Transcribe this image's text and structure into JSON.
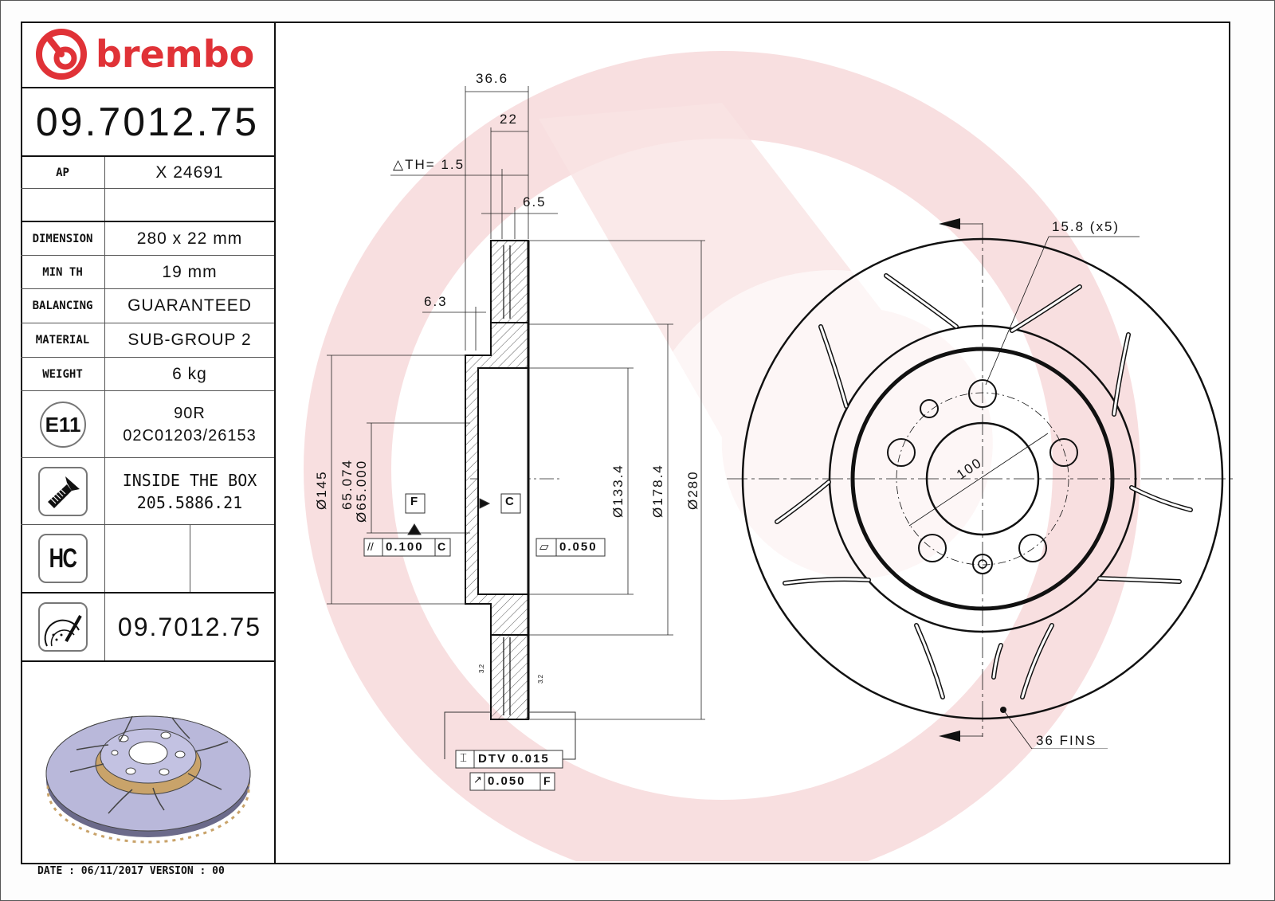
{
  "brand": {
    "logo_text": "brembo",
    "color": "#e03237"
  },
  "part": {
    "number": "09.7012.75",
    "ap_label": "AP",
    "ap_value": "X 24691"
  },
  "specs": [
    {
      "label": "DIMENSION",
      "value": "280 x 22 mm"
    },
    {
      "label": "MIN TH",
      "value": "19 mm"
    },
    {
      "label": "BALANCING",
      "value": "GUARANTEED"
    },
    {
      "label": "MATERIAL",
      "value": "SUB-GROUP 2"
    },
    {
      "label": "WEIGHT",
      "value": "6 kg"
    }
  ],
  "approval": {
    "icon_text": "E11",
    "line1": "90R",
    "line2": "02C01203/26153"
  },
  "hardware": {
    "icon": "screw-icon",
    "line1": "INSIDE THE BOX",
    "line2": "205.5886.21"
  },
  "hc": {
    "icon_text": "HC"
  },
  "kit": {
    "icon": "disc-pad-icon",
    "number": "09.7012.75"
  },
  "footer": {
    "date_line": "DATE : 06/11/2017 VERSION : 00"
  },
  "section_view": {
    "overall_width": "36.6",
    "thickness": "22",
    "delta_th": "△TH= 1.5",
    "plate_6_5": "6.5",
    "hat_6_3": "6.3",
    "dia_145": "Ø145",
    "dia_bore_upper": "65.074",
    "dia_bore_lower": "Ø65.000",
    "dia_133_4": "Ø133.4",
    "dia_178_4": "Ø178.4",
    "dia_280": "Ø280",
    "datum_f": "F",
    "datum_c": "C",
    "parallelism": {
      "symbol": "//",
      "value": "0.100",
      "datum": "C"
    },
    "flatness": {
      "symbol": "▱",
      "value": "0.050"
    },
    "roughness_left": "3.2",
    "roughness_right": "3.2",
    "dtv": {
      "symbol": "⌶",
      "value": "DTV 0.015"
    },
    "runout": {
      "symbol": "↗",
      "value": "0.050",
      "datum": "F"
    }
  },
  "front_view": {
    "hole_dia": "15.8 (x5)",
    "pcd": "100",
    "fins": "36 FINS"
  }
}
